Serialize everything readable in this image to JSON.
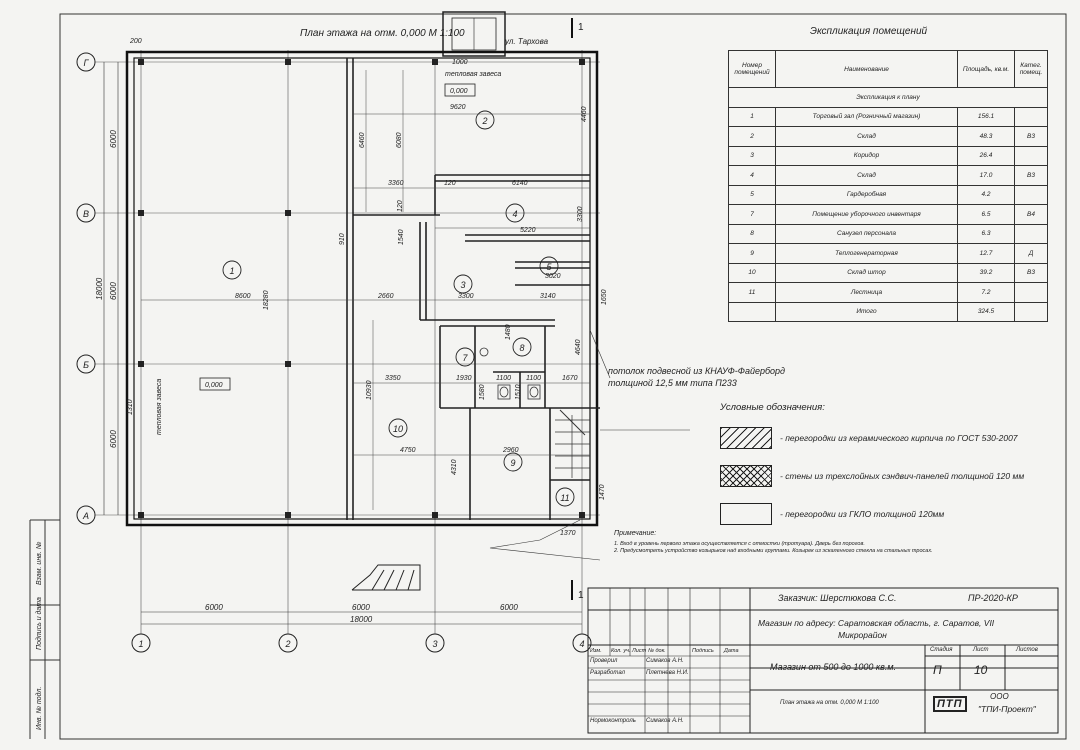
{
  "plan": {
    "title": "План этажа на отм. 0,000 М 1:100",
    "street": "ул. Тархова",
    "level_mark_1": "0,000",
    "level_mark_2": "0,000",
    "thermal_curtain_1": "тепловая завеса",
    "thermal_curtain_2": "тепловая завеса",
    "section_mark": "1",
    "axes_letters": [
      "Г",
      "В",
      "Б",
      "А"
    ],
    "axes_numbers": [
      "1",
      "2",
      "3",
      "4"
    ],
    "dimensions": {
      "d200": "200",
      "d1000": "1000",
      "d9620": "9620",
      "d6460": "6460",
      "d6080": "6080",
      "d4460": "4460",
      "d3360": "3360",
      "d120a": "120",
      "d6140": "6140",
      "d120b": "120",
      "d5220": "5220",
      "d3300": "3300",
      "d910": "910",
      "d1540": "1540",
      "d8600": "8600",
      "d18280": "18280",
      "d2660": "2660",
      "d3300b": "3300",
      "d3140": "3140",
      "d1650": "1650",
      "d3020": "3020",
      "d1480": "1480",
      "d3350": "3350",
      "d1930": "1930",
      "d1100a": "1100",
      "d1100b": "1100",
      "d1670": "1670",
      "d4640": "4640",
      "d10930": "10930",
      "d4750": "4750",
      "d2960": "2960",
      "d4310": "4310",
      "d1470": "1470",
      "d1310": "1310",
      "d1370": "1370",
      "d1580": "1580",
      "d1510": "1510",
      "left_6000a": "6000",
      "left_6000b": "6000",
      "left_6000c": "6000",
      "left_18000": "18000",
      "bottom_6000a": "6000",
      "bottom_6000b": "6000",
      "bottom_6000c": "6000",
      "bottom_18000": "18000"
    },
    "rooms": [
      "1",
      "2",
      "3",
      "4",
      "5",
      "7",
      "8",
      "9",
      "10",
      "11"
    ]
  },
  "ceiling_note": {
    "line1": "потолок подвесной из КНАУФ-Файерборд",
    "line2": "толщиной 12,5 мм типа П233"
  },
  "explication": {
    "title": "Экспликация помещений",
    "headers": [
      "Номер помещений",
      "Наименование",
      "Площадь, кв.м.",
      "Катег. помещ."
    ],
    "subheader": "Экспликация к плану",
    "rows": [
      [
        "1",
        "Торговый зал (Розничный магазин)",
        "156.1",
        ""
      ],
      [
        "2",
        "Склад",
        "48.3",
        "В3"
      ],
      [
        "3",
        "Коридор",
        "26.4",
        ""
      ],
      [
        "4",
        "Склад",
        "17.0",
        "В3"
      ],
      [
        "5",
        "Гардеробная",
        "4.2",
        ""
      ],
      [
        "7",
        "Помещение уборочного инвентаря",
        "6.5",
        "В4"
      ],
      [
        "8",
        "Санузел персонала",
        "6.3",
        ""
      ],
      [
        "9",
        "Теплогенераторная",
        "12.7",
        "Д"
      ],
      [
        "10",
        "Склад штор",
        "39.2",
        "В3"
      ],
      [
        "11",
        "Лестница",
        "7.2",
        ""
      ]
    ],
    "total_label": "Итого",
    "total_value": "324.5"
  },
  "legend": {
    "title": "Условные обозначения:",
    "items": [
      "- перегородки из керамического кирпича по ГОСТ 530-2007",
      "- стены из трехслойных сэндвич-панелей толщиной 120 мм",
      "- перегородки из ГКЛО толщиной 120мм"
    ]
  },
  "notes": {
    "title": "Примечание:",
    "line1": "1. Вход в уровень первого этажа осуществляется с отмостки (тротуара). Дверь без порогов.",
    "line2": "2. Предусмотреть устройство козырьков над входными группами. Козырек из эскаленного стекла на стальных тросах."
  },
  "title_block": {
    "customer": "Заказчик: Шерстюкова С.С.",
    "code": "ПР-2020-КР",
    "address_line1": "Магазин по адресу: Саратовская область, г. Саратов, VII",
    "address_line2": "Микрорайон",
    "head": [
      "Изм.",
      "Кол. уч.",
      "Лист",
      "№ док.",
      "Подпись",
      "Дата"
    ],
    "people": [
      [
        "Проверил",
        "Симаков А.Н."
      ],
      [
        "Разработал",
        "Плетнева Н.И."
      ],
      [
        "Нормоконтроль",
        "Симаков А.Н."
      ]
    ],
    "object": "Магазин от 500 до 1000 кв.м.",
    "stage_label": "Стадия",
    "sheet_label": "Лист",
    "sheets_label": "Листов",
    "stage": "П",
    "sheet": "10",
    "drawing": "План этажа на отм. 0,000 М 1:100",
    "org_prefix": "ООО",
    "org": "\"ТПИ-Проект\"",
    "logo": "ПТП"
  },
  "side_labels": [
    "Взам. инв. №",
    "Подпись и дата",
    "Инв. № подл."
  ]
}
